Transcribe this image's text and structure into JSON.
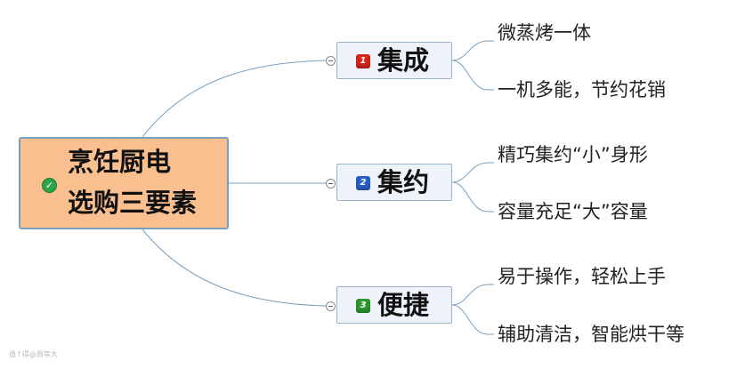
{
  "root": {
    "line1": "烹饪厨电",
    "line2": "选购三要素",
    "icon": "check-icon"
  },
  "branches": [
    {
      "badge": "1",
      "badge_color": "#d9261c",
      "label": "集成",
      "leaves": [
        "微蒸烤一体",
        "一机多能，节约花销"
      ]
    },
    {
      "badge": "2",
      "badge_color": "#2a62c9",
      "label": "集约",
      "leaves": [
        "精巧集约“小”身形",
        "容量充足“大”容量"
      ]
    },
    {
      "badge": "3",
      "badge_color": "#2e9a2e",
      "label": "便捷",
      "leaves": [
        "易于操作，轻松上手",
        "辅助清洁，智能烘干等"
      ]
    }
  ],
  "colors": {
    "connector": "#7a9fbe",
    "root_fill": "#f9bf8f",
    "branch_fill": "#eef3fa"
  },
  "watermark": "值↑得@周等大"
}
